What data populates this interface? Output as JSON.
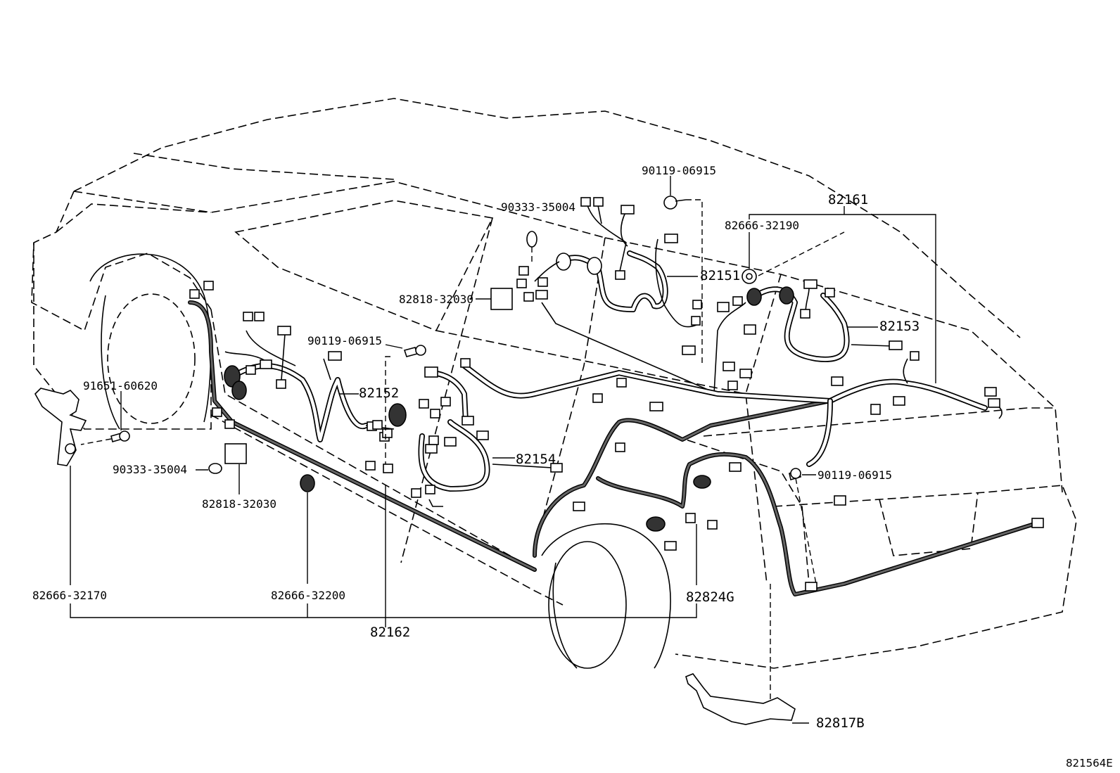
{
  "diagram": {
    "reference_code": "821564E",
    "labels": {
      "p90119_06915_top": "90119-06915",
      "p82161": "82161",
      "p90333_35004_top": "90333-35004",
      "p82666_32190": "82666-32190",
      "p82151": "82151",
      "p82818_32030_top": "82818-32030",
      "p82153": "82153",
      "p90119_06915_mid": "90119-06915",
      "p82152": "82152",
      "p91651_60620": "91651-60620",
      "p82154": "82154",
      "p90333_35004_left": "90333-35004",
      "p90119_06915_right": "90119-06915",
      "p82818_32030_left": "82818-32030",
      "p82666_32170": "82666-32170",
      "p82666_32200": "82666-32200",
      "p82824G": "82824G",
      "p82162": "82162",
      "p82817B": "82817B"
    }
  }
}
